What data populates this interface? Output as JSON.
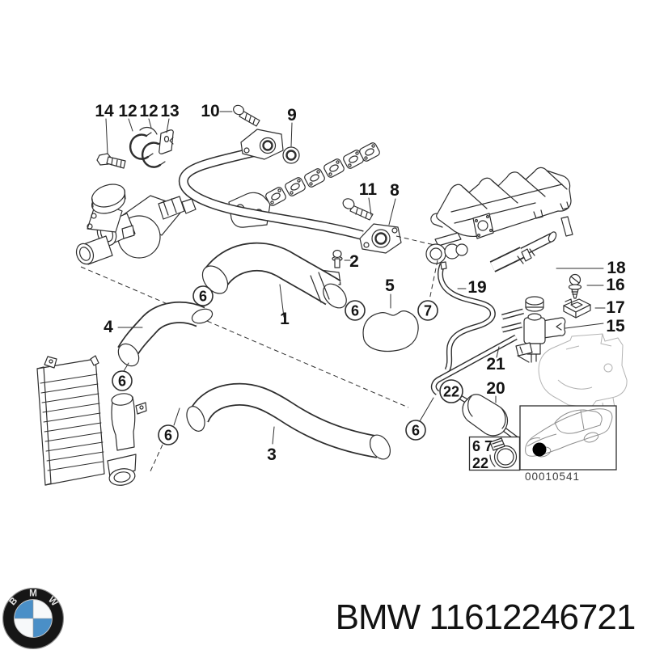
{
  "diagram": {
    "callout_labels": [
      {
        "text": "14"
      },
      {
        "text": "12"
      },
      {
        "text": "12"
      },
      {
        "text": "13"
      },
      {
        "text": "10"
      },
      {
        "text": "9"
      },
      {
        "text": "11"
      },
      {
        "text": "8"
      },
      {
        "text": "2"
      },
      {
        "text": "5"
      },
      {
        "text": "1"
      },
      {
        "text": "4"
      },
      {
        "text": "19"
      },
      {
        "text": "18"
      },
      {
        "text": "16"
      },
      {
        "text": "17"
      },
      {
        "text": "15"
      },
      {
        "text": "21"
      },
      {
        "text": "20"
      },
      {
        "text": "3"
      }
    ],
    "circled_callouts": [
      {
        "text": "6"
      },
      {
        "text": "6"
      },
      {
        "text": "7"
      },
      {
        "text": "6"
      },
      {
        "text": "6"
      },
      {
        "text": "6"
      },
      {
        "text": "22"
      }
    ],
    "legend_box": {
      "row1": "6 7",
      "row2": "22"
    },
    "thumbnail_code": "00010541"
  },
  "footer": {
    "part_text": "BMW 11612246721"
  },
  "logo": {
    "letters": [
      "B",
      "M",
      "W"
    ],
    "colors": {
      "roundel_black": "#161616",
      "quadrant_blue": "#4a8fc7",
      "quadrant_white": "#f7f9fa"
    }
  }
}
